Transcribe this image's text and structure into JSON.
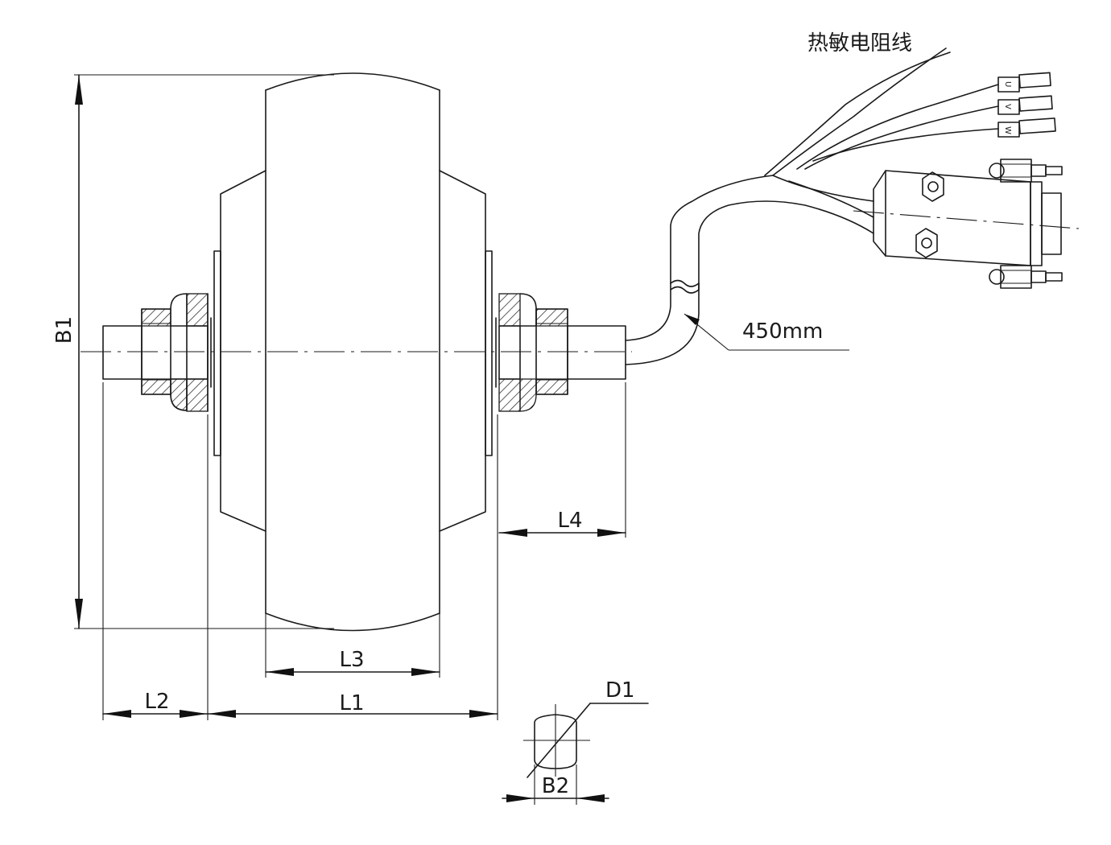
{
  "labels": {
    "b1": "B1",
    "b2": "B2",
    "d1": "D1",
    "l1": "L1",
    "l2": "L2",
    "l3": "L3",
    "l4": "L4",
    "cable_length": "450mm",
    "thermistor_wire": "热敏电阻线",
    "phase_u": "U",
    "phase_v": "V",
    "phase_w": "W"
  }
}
